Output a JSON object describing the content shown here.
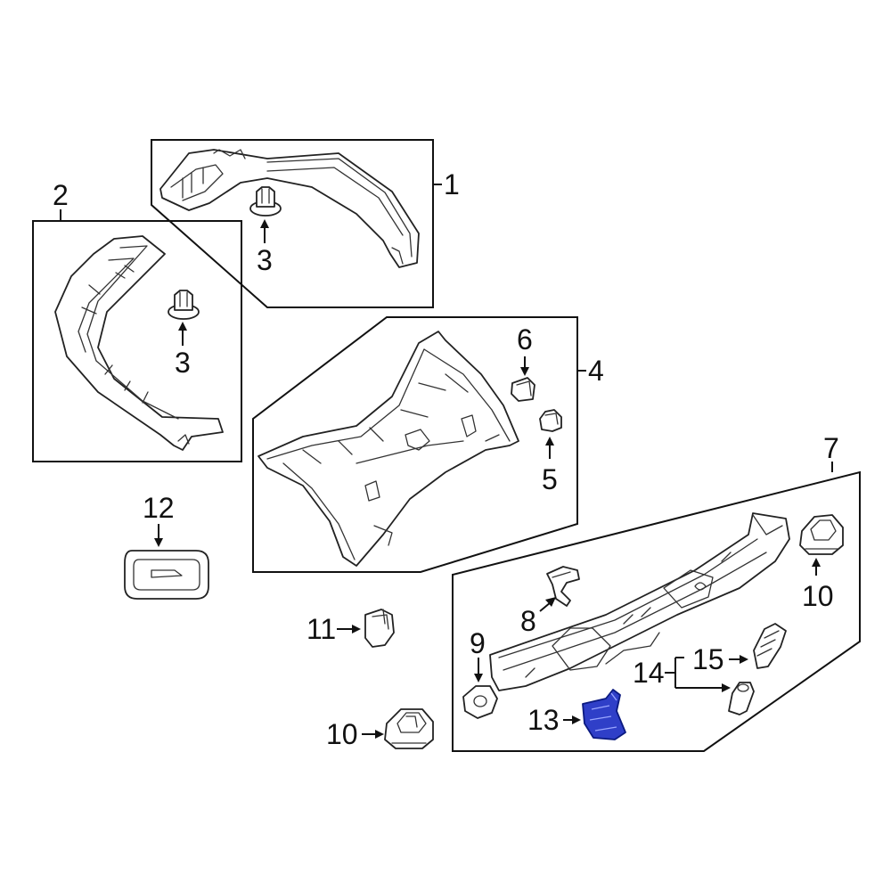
{
  "callouts": {
    "c1": "1",
    "c2": "2",
    "c3a": "3",
    "c3b": "3",
    "c4": "4",
    "c5": "5",
    "c6": "6",
    "c7": "7",
    "c8": "8",
    "c9": "9",
    "c10a": "10",
    "c10b": "10",
    "c11": "11",
    "c12": "12",
    "c13": "13",
    "c14": "14",
    "c15": "15"
  },
  "colors": {
    "line": "#111111",
    "highlight": "#2f3fc8",
    "background": "#ffffff"
  }
}
